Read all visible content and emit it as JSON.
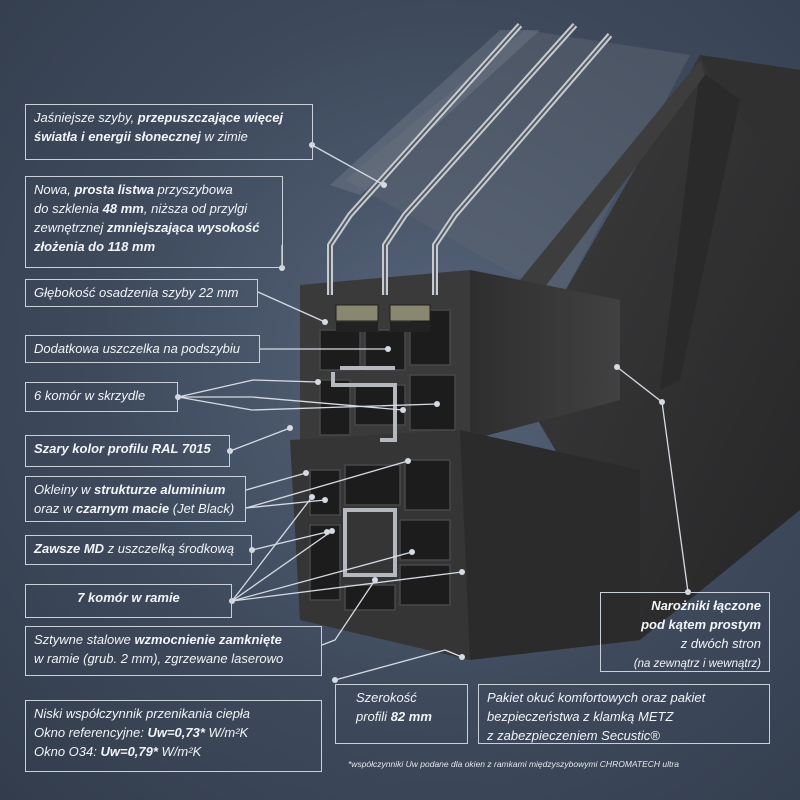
{
  "labels": {
    "l1": {
      "a": "Jaśniejsze szyby, ",
      "b": "przepuszczające więcej",
      "c": "światła i energii słonecznej",
      "d": " w zimie"
    },
    "l2": {
      "a": "Nowa, ",
      "b": "prosta listwa",
      "c": " przyszybowa",
      "d": "do szklenia ",
      "e": "48 mm",
      "f": ", niższa od przylgi",
      "g": "zewnętrznej  ",
      "h": "zmniejszająca wysokość",
      "i": "złożenia do 118 mm"
    },
    "l3": "Głębokość osadzenia szyby 22 mm",
    "l4": "Dodatkowa uszczelka na podszybiu",
    "l5": "6 komór w skrzydle",
    "l6": "Szary kolor profilu RAL 7015",
    "l7": {
      "a": "Okleiny w ",
      "b": "strukturze aluminium",
      "c": "oraz w ",
      "d": "czarnym macie",
      "e": " (Jet Black)"
    },
    "l8": {
      "a": "Zawsze MD",
      "b": " z uszczelką środkową"
    },
    "l9": "7 komór w ramie",
    "l10": {
      "a": "Sztywne stalowe ",
      "b": "wzmocnienie zamknięte",
      "c": "w ramie (grub. 2 mm), zgrzewane laserowo"
    },
    "l11": {
      "a": "Narożniki łączone",
      "b": "pod kątem prostym",
      "c": "z dwóch stron",
      "d": "(na zewnątrz i wewnątrz)"
    },
    "l12": {
      "a": "Szerokość",
      "b": "profili ",
      "c": "82 mm"
    },
    "l13": {
      "a": "Pakiet okuć komfortowych oraz pakiet",
      "b": "bezpieczeństwa z klamką METZ",
      "c": "z zabezpieczeniem Secustic®"
    },
    "l14": {
      "a": "Niski współczynnik przenikania ciepła",
      "b": "Okno referencyjne: ",
      "c": "Uw=0,73*",
      "d": " W/m²K",
      "e": "Okno O34: ",
      "f": "Uw=0,79*",
      "g": " W/m²K"
    },
    "footnote": "*współczynniki Uw podane dla okien z ramkami międzyszybowymi CHROMATECH ultra"
  },
  "colors": {
    "background": "#3e4a5c",
    "profile": "#343435",
    "glass": "#c0c4c8",
    "steel": "#b5b9bf",
    "leader": "#d5dbe3"
  }
}
